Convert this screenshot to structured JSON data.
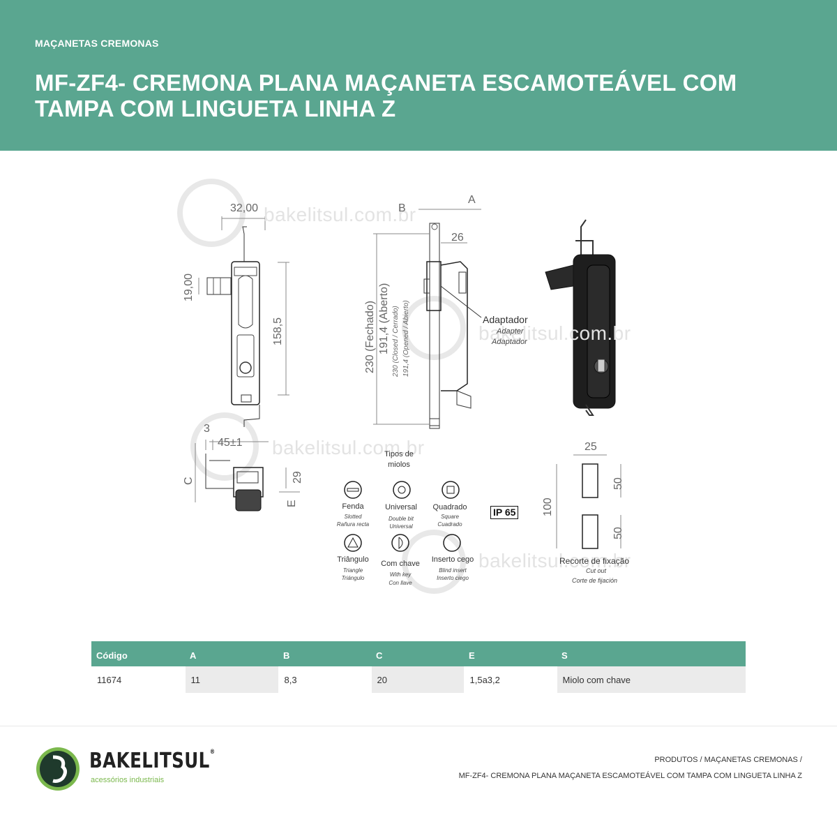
{
  "header": {
    "category": "MAÇANETAS CREMONAS",
    "title": "MF-ZF4- CREMONA PLANA MAÇANETA ESCAMOTEÁVEL COM TAMPA COM LINGUETA LINHA Z"
  },
  "drawing": {
    "watermark": "bakelitsul.com.br",
    "dimensions": {
      "w32": "32,00",
      "h19": "19,00",
      "h158": "158,5",
      "b": "B",
      "a": "A",
      "d26": "26",
      "fechado": "230 (Fechado)",
      "aberto": "191,4 (Aberto)",
      "closed": "230 (Closed / Cerrado)",
      "opened": "191,4 (Opened / Abierto)",
      "d3": "3",
      "d45": "45±1",
      "c": "C",
      "d29": "29",
      "e": "E",
      "d25": "25",
      "d100": "100",
      "d50a": "50",
      "d50b": "50"
    },
    "adapter": {
      "pt": "Adaptador",
      "en": "Adapter",
      "es": "Adaptador"
    },
    "cores_title": "Tipos de miolos",
    "cores": [
      {
        "pt": "Fenda",
        "en": "Slotted",
        "es": "Rañura recta",
        "icon": "slotted-core-icon"
      },
      {
        "pt": "Universal",
        "en": "Double bit",
        "es": "Universal",
        "icon": "double-bit-core-icon"
      },
      {
        "pt": "Quadrado",
        "en": "Square",
        "es": "Cuadrado",
        "icon": "square-core-icon"
      },
      {
        "pt": "Triângulo",
        "en": "Triangle",
        "es": "Triángulo",
        "icon": "triangle-core-icon"
      },
      {
        "pt": "Com chave",
        "en": "With key",
        "es": "Con llave",
        "icon": "key-core-icon"
      },
      {
        "pt": "Inserto cego",
        "en": "Blind insert",
        "es": "Inserto ciego",
        "icon": "blind-core-icon"
      }
    ],
    "ip_rating": "IP 65",
    "cutout": {
      "pt": "Recorte de fixação",
      "en": "Cut out",
      "es": "Corte de fijación"
    }
  },
  "table": {
    "headers": [
      "Código",
      "A",
      "B",
      "C",
      "E",
      "S"
    ],
    "rows": [
      [
        "11674",
        "11",
        "8,3",
        "20",
        "1,5a3,2",
        "Miolo com chave"
      ]
    ]
  },
  "footer": {
    "brand": "BAKELITSUL",
    "registered": "®",
    "tagline": "acessórios industriais",
    "breadcrumb_line1": "PRODUTOS / MAÇANETAS CREMONAS /",
    "breadcrumb_line2": "MF-ZF4- CREMONA PLANA MAÇANETA ESCAMOTEÁVEL COM TAMPA COM LINGUETA LINHA Z"
  },
  "colors": {
    "brand_green": "#5aa690",
    "logo_green": "#7bb84d",
    "dark": "#222222"
  }
}
